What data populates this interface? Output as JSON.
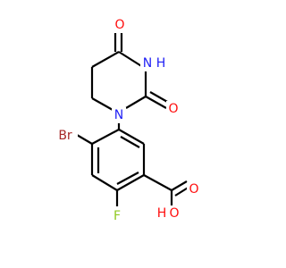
{
  "colors": {
    "bond": "#000000",
    "N": "#1f1ff5",
    "O": "#ff0d0d",
    "Br": "#a62929",
    "F": "#8fc91f"
  },
  "atoms": {
    "br": {
      "text": "Br",
      "element": "Br"
    },
    "f": {
      "text": "F",
      "element": "F"
    },
    "n1": {
      "text": "N",
      "element": "N"
    },
    "nh": {
      "text": "N",
      "element": "N"
    },
    "h": {
      "text": "H",
      "element": "N"
    },
    "o_urea": {
      "text": "O",
      "element": "O"
    },
    "o_amide": {
      "text": "O",
      "element": "O"
    },
    "o_carbonyl": {
      "text": "O",
      "element": "O"
    },
    "oh_o": {
      "text": "O",
      "element": "O"
    },
    "oh_h": {
      "text": "H",
      "element": "O"
    }
  }
}
